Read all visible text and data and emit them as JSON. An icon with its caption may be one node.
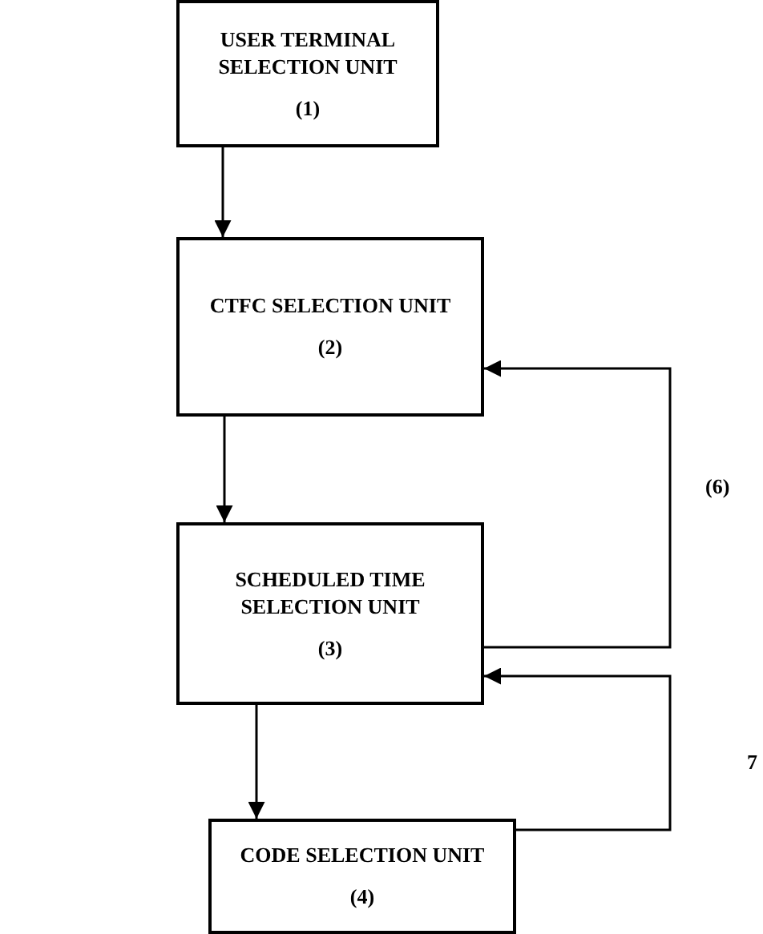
{
  "diagram": {
    "nodes": [
      {
        "text": [
          "USER TERMINAL SELECTION UNIT",
          "(1)"
        ]
      },
      {
        "text": [
          "CTFC SELECTION UNIT",
          "(2)"
        ]
      },
      {
        "text": [
          "SCHEDULED TIME SELECTION UNIT",
          "(3)"
        ]
      },
      {
        "text": [
          "CODE SELECTION UNIT",
          "(4)"
        ]
      }
    ],
    "edges": [
      {
        "from": 0,
        "to": 1,
        "arrow": "to"
      },
      {
        "from": 1,
        "to": 2,
        "arrow": "to"
      },
      {
        "from": 2,
        "to": 3,
        "arrow": "to"
      },
      {
        "from": 2,
        "to": 1,
        "arrow": "to"
      },
      {
        "from": 3,
        "to": 2,
        "arrow": "to"
      }
    ],
    "labels": [
      "(6)",
      "7"
    ]
  }
}
